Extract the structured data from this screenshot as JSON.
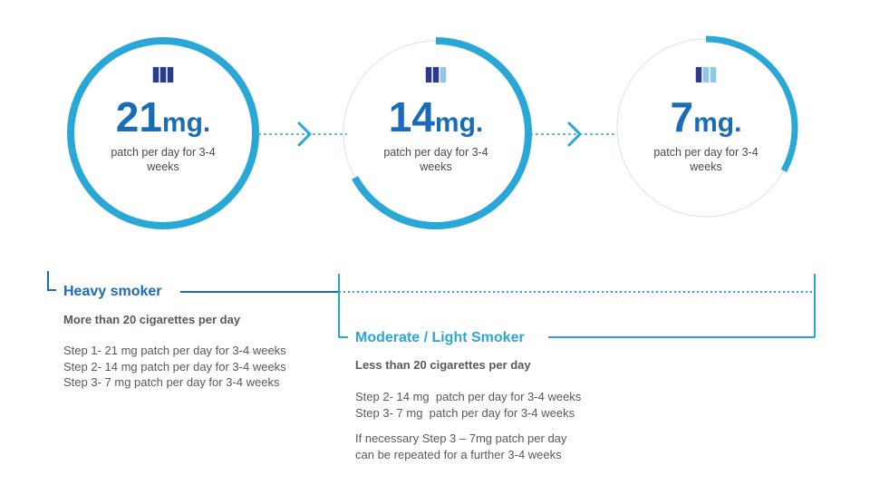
{
  "colors": {
    "dark_blue": "#1a6bb8",
    "cyan": "#29a8d8",
    "light_bar": "#8ec8e6",
    "navy_bar": "#2b3a8c",
    "ring_light": "#dfe7ee",
    "text_gray": "#555a60"
  },
  "steps": [
    {
      "id": "step1",
      "strength": "21",
      "unit": "mg.",
      "subtitle_line1": "patch per day for 3-4",
      "subtitle_line2": "weeks",
      "filled_bars": 3,
      "total_bars": 3,
      "ring_fill_fraction": 1.0
    },
    {
      "id": "step2",
      "strength": "14",
      "unit": "mg.",
      "subtitle_line1": "patch per day for 3-4",
      "subtitle_line2": "weeks",
      "filled_bars": 2,
      "total_bars": 3,
      "ring_fill_fraction": 0.67
    },
    {
      "id": "step3",
      "strength": "7",
      "unit": "mg.",
      "subtitle_line1": "patch per day for 3-4",
      "subtitle_line2": "weeks",
      "filled_bars": 1,
      "total_bars": 3,
      "ring_fill_fraction": 0.33
    }
  ],
  "heavy": {
    "title": "Heavy smoker",
    "subtitle": "More than 20 cigarettes per day",
    "steps": [
      "Step 1- 21 mg patch per day for 3-4 weeks",
      "Step 2- 14 mg patch per day for 3-4 weeks",
      "Step 3- 7 mg patch per day for 3-4 weeks"
    ]
  },
  "moderate": {
    "title": "Moderate / Light Smoker",
    "subtitle": "Less than 20 cigarettes per day",
    "steps": [
      "Step 2- 14 mg  patch per day for 3-4 weeks",
      "Step 3- 7 mg  patch per day for 3-4 weeks"
    ],
    "note_line1": "If necessary Step 3 – 7mg patch per day",
    "note_line2": "can be repeated for a further 3-4 weeks"
  }
}
